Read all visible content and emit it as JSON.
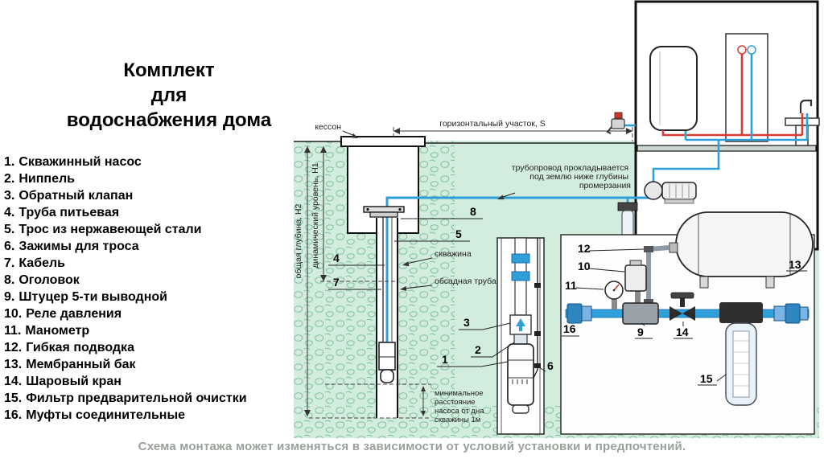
{
  "title": {
    "line1": "Комплект",
    "line2": "для",
    "line3": "водоснабжения дома"
  },
  "legend": {
    "items": [
      {
        "num": "1.",
        "label": "Скважинный насос"
      },
      {
        "num": "2.",
        "label": "Ниппель"
      },
      {
        "num": "3.",
        "label": "Обратный клапан"
      },
      {
        "num": "4.",
        "label": "Труба питьевая"
      },
      {
        "num": "5.",
        "label": "Трос из нержавеющей стали"
      },
      {
        "num": "6.",
        "label": "Зажимы для троса"
      },
      {
        "num": "7.",
        "label": "Кабель"
      },
      {
        "num": "8.",
        "label": "Оголовок"
      },
      {
        "num": "9.",
        "label": "Штуцер 5-ти выводной"
      },
      {
        "num": "10.",
        "label": "Реле давления"
      },
      {
        "num": "11.",
        "label": "Манометр"
      },
      {
        "num": "12.",
        "label": "Гибкая подводка"
      },
      {
        "num": "13.",
        "label": "Мембранный бак"
      },
      {
        "num": "14.",
        "label": "Шаровый кран"
      },
      {
        "num": "15.",
        "label": "Фильтр предварительной очистки"
      },
      {
        "num": "16.",
        "label": "Муфты соединительные"
      }
    ]
  },
  "diagram": {
    "labels": {
      "caisson": "кессон",
      "horizontal_section": "горизонтальный участок, S",
      "pipeline_note_lines": [
        "трубопровод прокладывается",
        "под землю ниже глубины",
        "промерзания"
      ],
      "total_depth": "общая глубина, Н2",
      "dynamic_level": "динамический уровень, Н1",
      "well": "скважина",
      "casing_pipe": "обсадная труба",
      "min_distance_lines": [
        "минимальное",
        "расстояние",
        "насоса от дна",
        "скважины 1м"
      ]
    },
    "callouts": {
      "c1": "1",
      "c2": "2",
      "c3": "3",
      "c4": "4",
      "c5": "5",
      "c6": "6",
      "c7": "7",
      "c8": "8",
      "c9": "9",
      "c10": "10",
      "c11": "11",
      "c12": "12",
      "c13": "13",
      "c14": "14",
      "c15": "15",
      "c16": "16"
    }
  },
  "footer": {
    "text": "Схема монтажа может изменяться в зависимости от условий установки и предпочтений."
  },
  "colors": {
    "ground": "#d2ecdd",
    "stone": "#7fbf9e",
    "pipe_cold": "#2e9fd8",
    "pipe_hot": "#d93a35",
    "footer_text": "#9aa09a"
  }
}
